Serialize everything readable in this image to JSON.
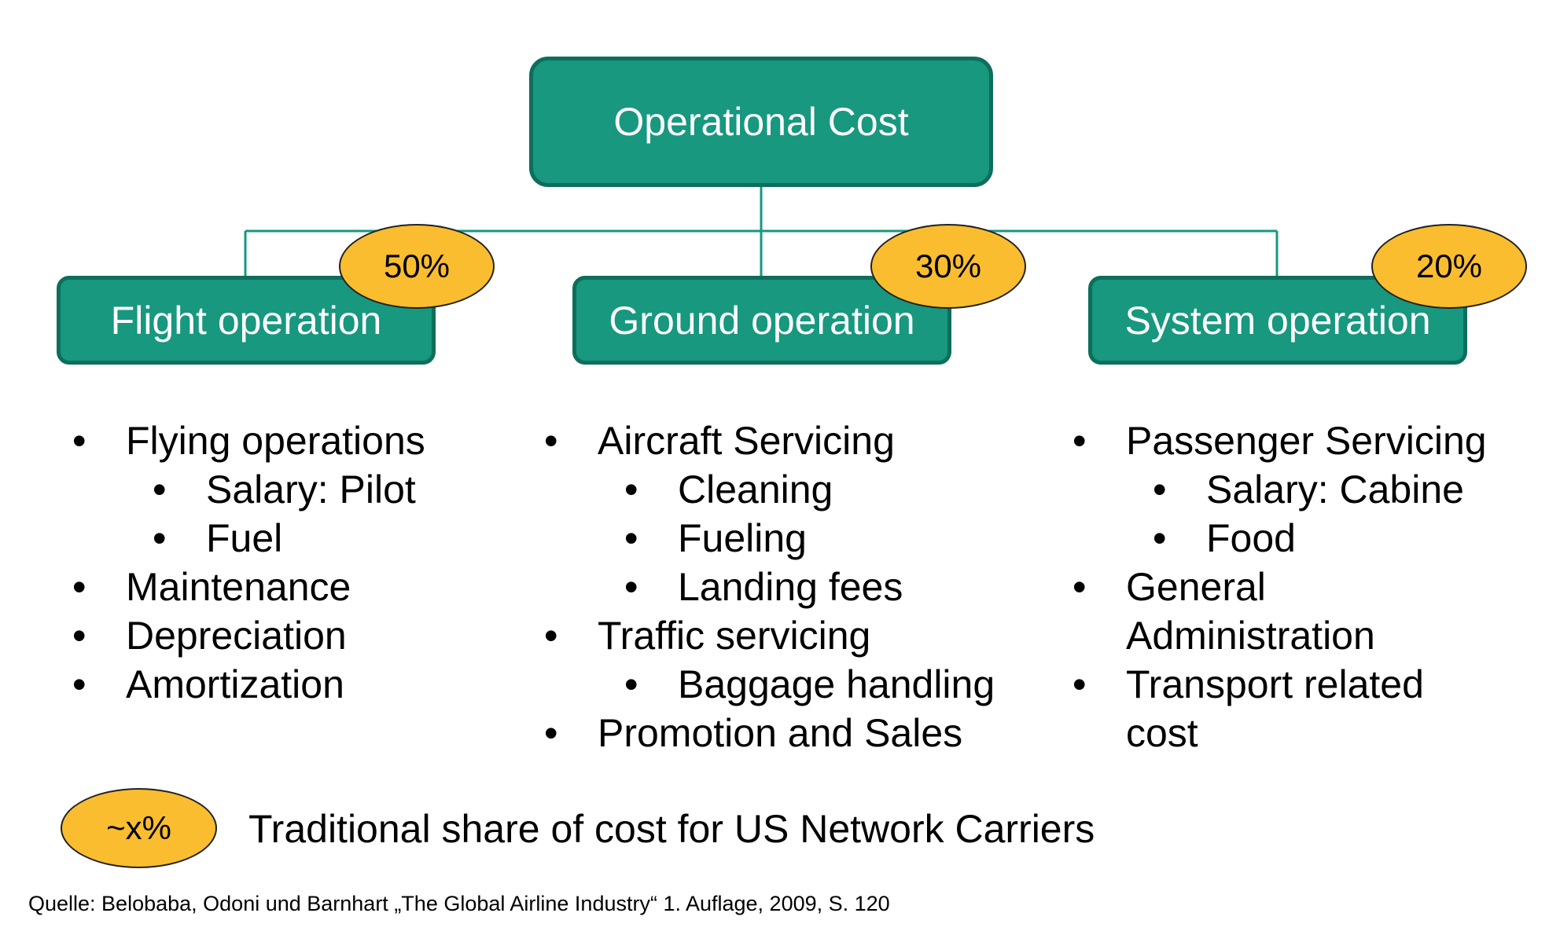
{
  "root": {
    "label": "Operational Cost"
  },
  "categories": [
    {
      "label": "Flight operation",
      "share": "50%",
      "items": [
        {
          "text": "Flying operations",
          "level": 1
        },
        {
          "text": "Salary: Pilot",
          "level": 2
        },
        {
          "text": "Fuel",
          "level": 2
        },
        {
          "text": "Maintenance",
          "level": 1
        },
        {
          "text": "Depreciation",
          "level": 1
        },
        {
          "text": "Amortization",
          "level": 1
        }
      ]
    },
    {
      "label": "Ground operation",
      "share": "30%",
      "items": [
        {
          "text": "Aircraft Servicing",
          "level": 1
        },
        {
          "text": "Cleaning",
          "level": 2
        },
        {
          "text": "Fueling",
          "level": 2
        },
        {
          "text": "Landing fees",
          "level": 2
        },
        {
          "text": "Traffic servicing",
          "level": 1
        },
        {
          "text": "Baggage handling",
          "level": 2
        },
        {
          "text": "Promotion and Sales",
          "level": 1
        }
      ]
    },
    {
      "label": "System operation",
      "share": "20%",
      "items": [
        {
          "text": "Passenger Servicing",
          "level": 1
        },
        {
          "text": "Salary: Cabine",
          "level": 2
        },
        {
          "text": "Food",
          "level": 2
        },
        {
          "text": "General Administration",
          "level": 1
        },
        {
          "text": "Transport related cost",
          "level": 1
        }
      ]
    }
  ],
  "legend": {
    "badge": "~x%",
    "text": "Traditional share of cost for US Network Carriers"
  },
  "source": "Quelle: Belobaba, Odoni und Barnhart „The Global Airline Industry“ 1. Auflage, 2009, S. 120",
  "colors": {
    "box": "#17987f",
    "box_border": "#0e6e5c",
    "badge": "#f9bd2f",
    "connector": "#17987f"
  }
}
